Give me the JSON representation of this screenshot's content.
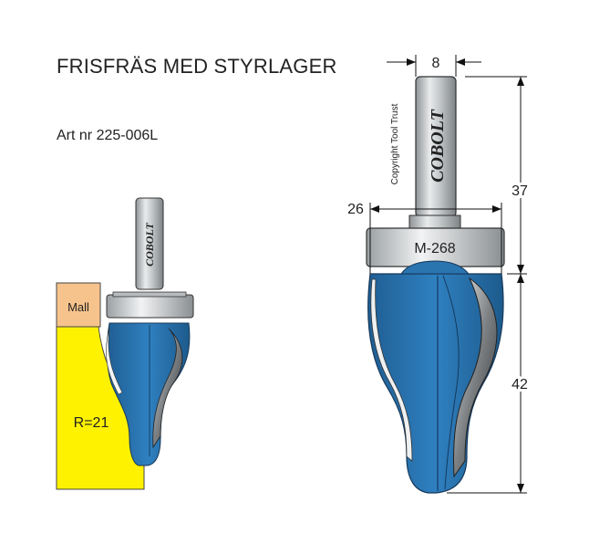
{
  "title": "FRISFRÄS MED STYRLAGER",
  "article": "Art nr 225-006L",
  "brand": "COBOLT",
  "copyright": "Copyright Tool Trust",
  "bearing_model": "M-268",
  "template_label": "Mall",
  "radius_label": "R=21",
  "dimensions": {
    "shank_diameter": "8",
    "cutting_diameter": "26",
    "shank_length": "37",
    "cutting_height": "42"
  },
  "colors": {
    "blade_blue": "#2a74b0",
    "template_orange": "#f7c38c",
    "workpiece_yellow": "#fff200",
    "steel_gray": "#c9ccce"
  }
}
